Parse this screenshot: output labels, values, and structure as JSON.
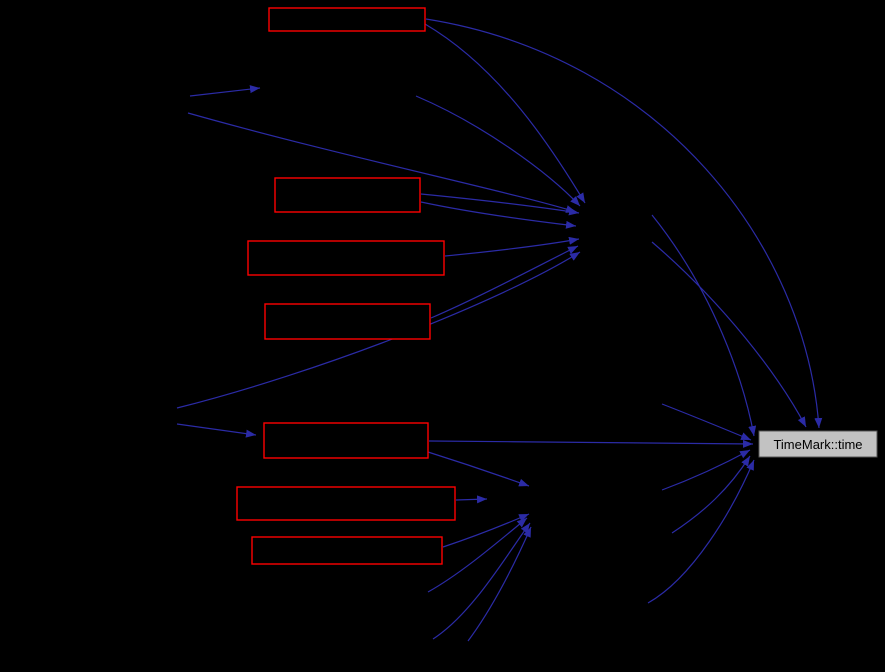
{
  "diagram": {
    "type": "call-graph",
    "main_node": {
      "label": "TimeMark::time"
    },
    "red_nodes": [
      {
        "id": "node-1"
      },
      {
        "id": "node-2"
      },
      {
        "id": "node-3"
      },
      {
        "id": "node-4"
      },
      {
        "id": "node-5"
      },
      {
        "id": "node-6"
      },
      {
        "id": "node-7"
      }
    ]
  },
  "colors": {
    "background": "#000000",
    "edge": "#2b2ba6",
    "red_node_border": "#fe0000",
    "red_node_fill": "#000000",
    "main_node_fill": "#c2c2c2",
    "main_node_border": "#555555",
    "main_node_text": "#000000"
  }
}
